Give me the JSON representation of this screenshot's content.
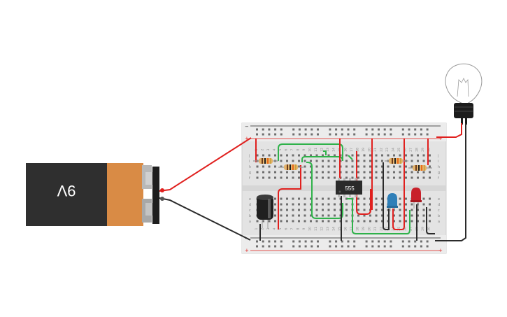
{
  "battery": {
    "label": "9V"
  },
  "chip": {
    "label": "555"
  },
  "breadboard": {
    "row_letters_top": [
      "j",
      "i",
      "h",
      "g",
      "f"
    ],
    "row_letters_bottom": [
      "e",
      "d",
      "c",
      "b",
      "a"
    ],
    "col_numbers": [
      "1",
      "2",
      "3",
      "4",
      "5",
      "6",
      "7",
      "8",
      "9",
      "10",
      "11",
      "12",
      "13",
      "14",
      "15",
      "16",
      "17",
      "18",
      "19",
      "20",
      "21",
      "22",
      "23",
      "24",
      "25",
      "26",
      "27",
      "28",
      "29",
      "30"
    ],
    "rail_plus": "+",
    "rail_minus": "−"
  },
  "colors": {
    "wire_red": "#e0201e",
    "wire_green": "#2fb24a",
    "wire_black": "#2b2b2b",
    "battery_body": "#2f2f2f",
    "battery_label": "#d98b45",
    "led_blue": "#2f7fb8",
    "led_red": "#c8202a",
    "breadboard": "#e2e2e2"
  }
}
